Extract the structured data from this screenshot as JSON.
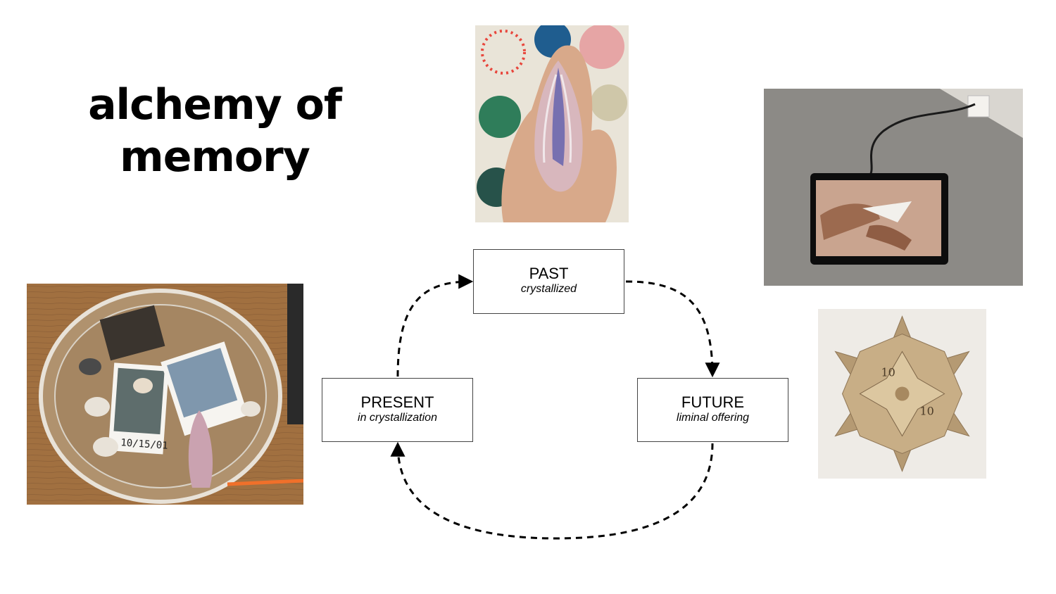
{
  "title": {
    "line1": "alchemy of",
    "line2": "memory"
  },
  "nodes": {
    "past": {
      "label": "PAST",
      "sub": "crystallized"
    },
    "present": {
      "label": "PRESENT",
      "sub": "in crystallization"
    },
    "future": {
      "label": "FUTURE",
      "sub": "liminal offering"
    }
  },
  "photos": {
    "dish_label": "10/15/01",
    "star_text": "10"
  },
  "colors": {
    "arrow": "#000000",
    "node_border": "#444444",
    "background": "#ffffff"
  }
}
